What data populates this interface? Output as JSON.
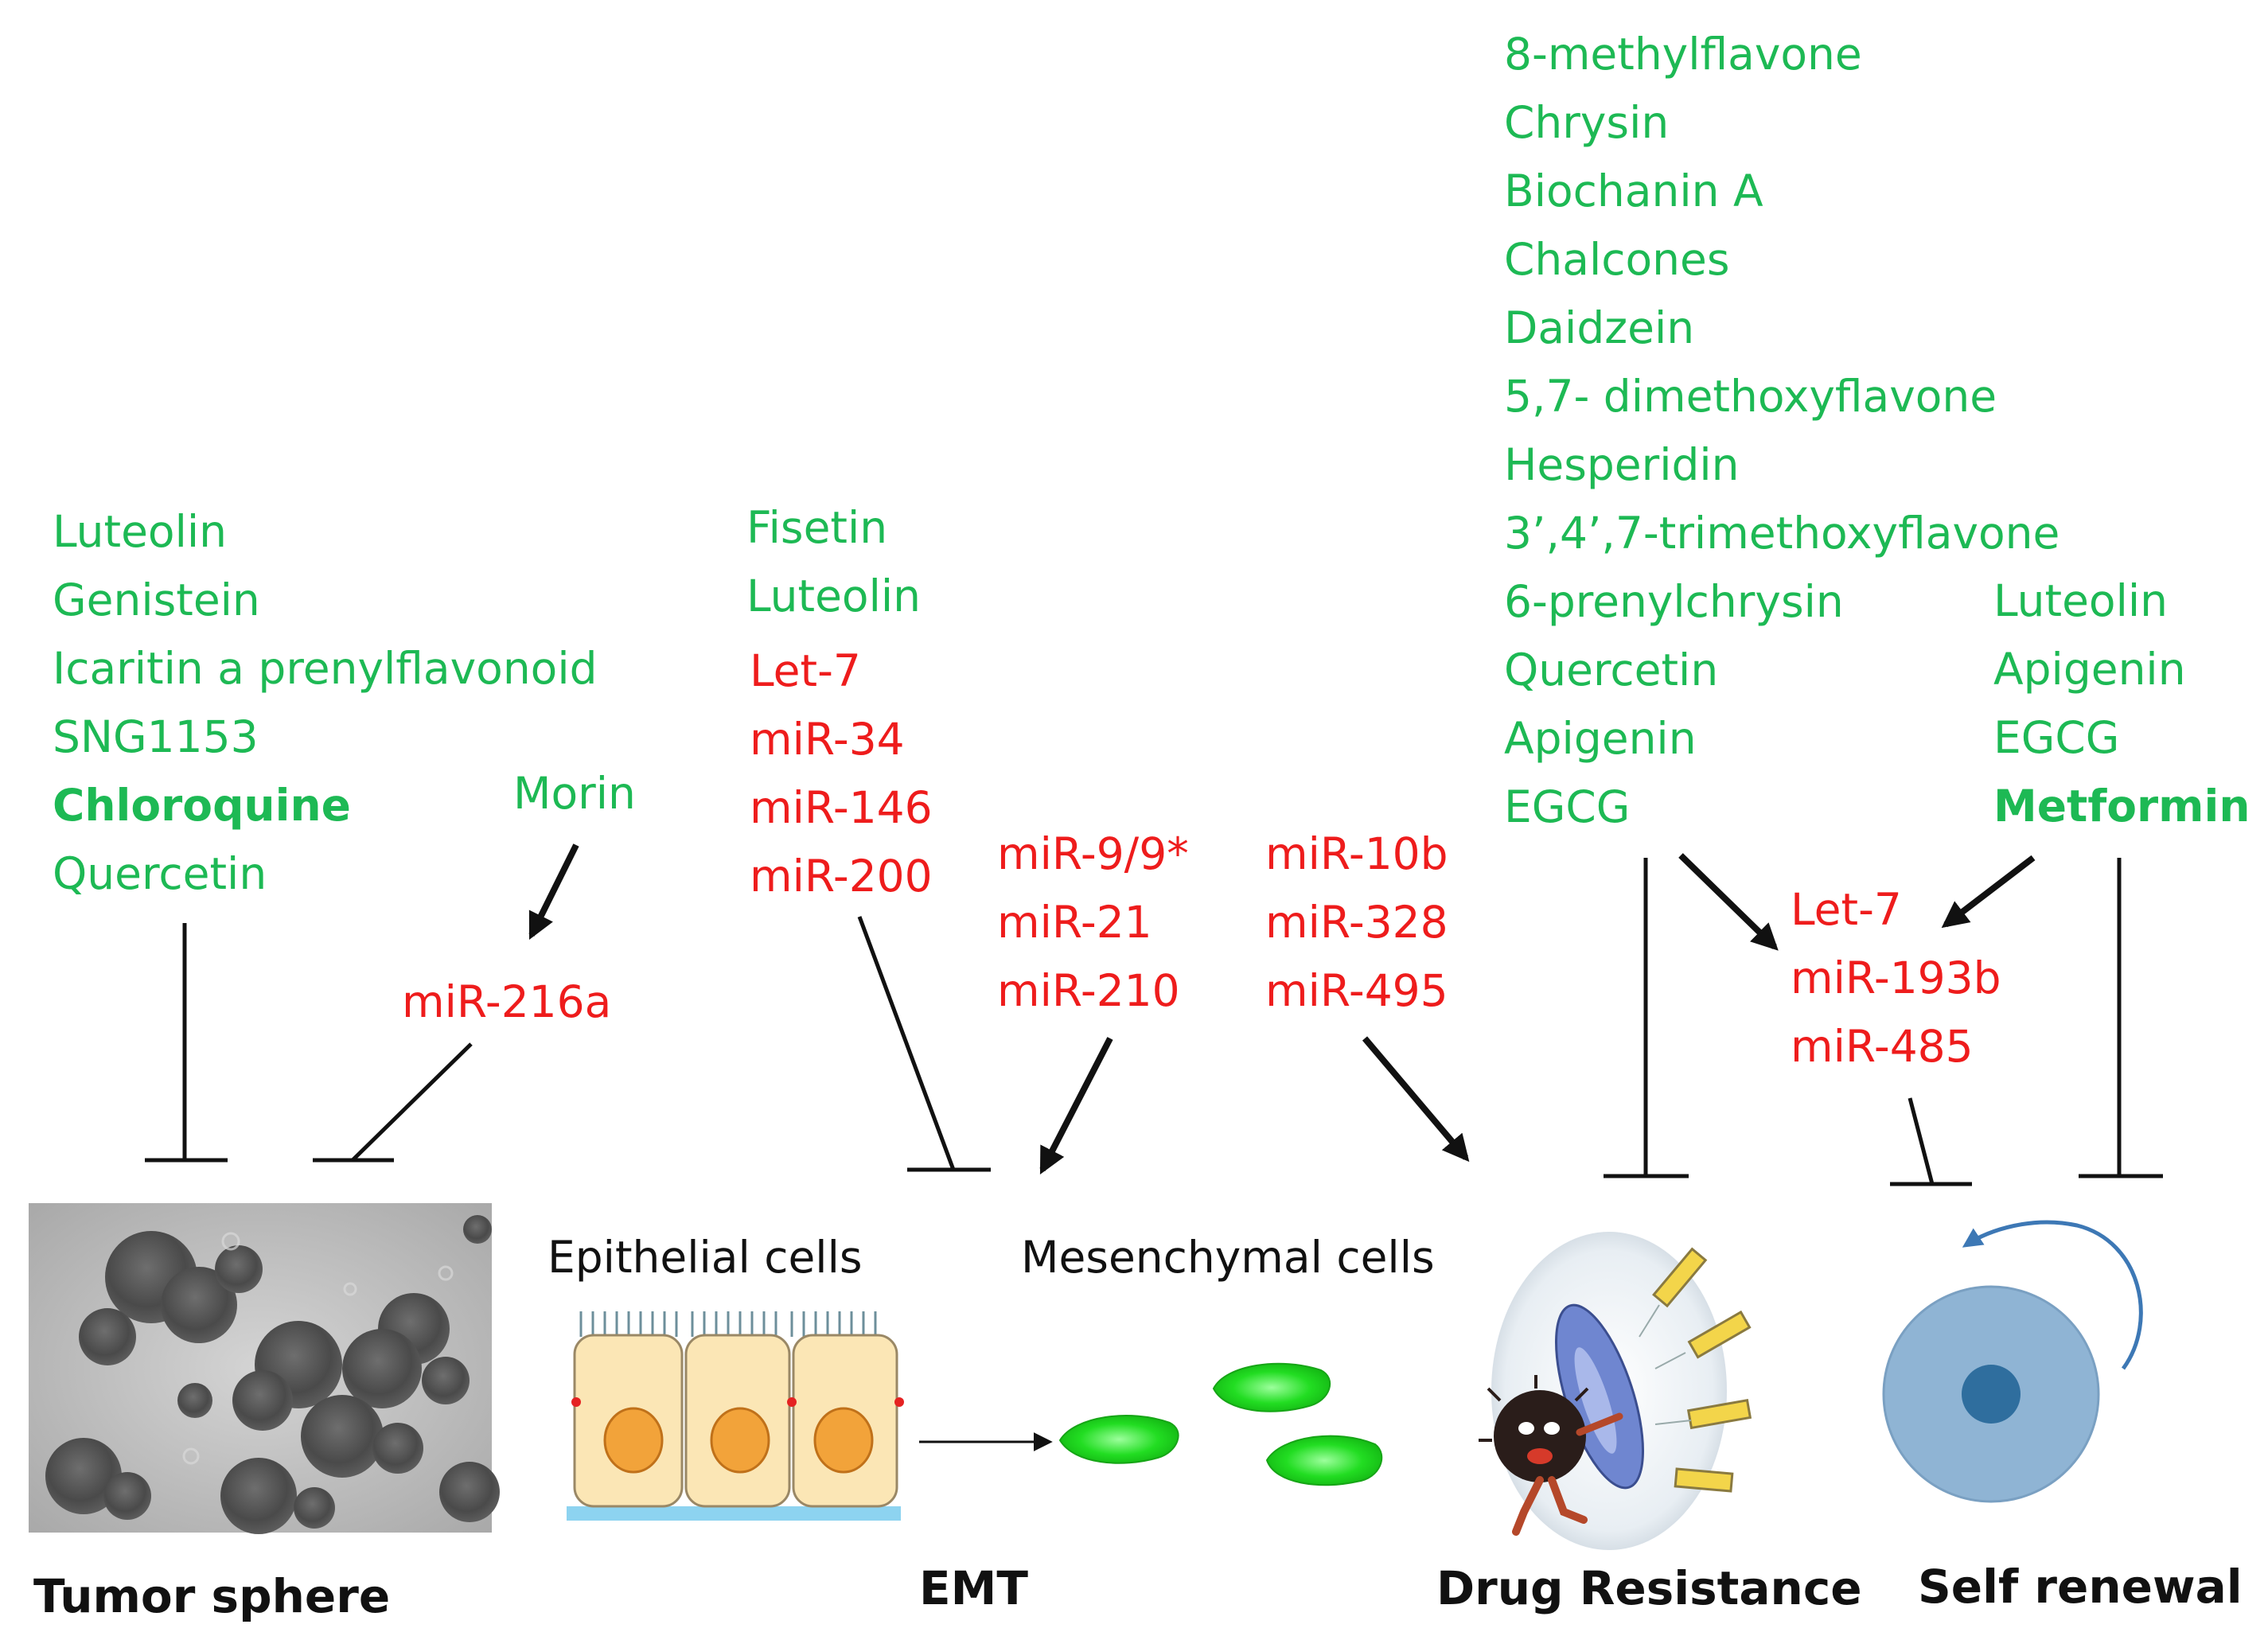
{
  "lists": {
    "tumor_compounds": [
      "Luteolin",
      "Genistein",
      "Icaritin a prenylflavonoid",
      "SNG1153",
      "Chloroquine",
      "Quercetin"
    ],
    "morin": "Morin",
    "mir_216a": "miR-216a",
    "emt_compounds": [
      "Fisetin",
      "Luteolin"
    ],
    "emt_inhibit_mirs": [
      "Let-7",
      "miR-34",
      "miR-146",
      "miR-200"
    ],
    "emt_promote_mirs": [
      "miR-9/9*",
      "miR-21",
      "miR-210"
    ],
    "drug_promote_mirs": [
      "miR-10b",
      "miR-328",
      "miR-495"
    ],
    "drug_compounds": [
      "8-methylflavone",
      "Chrysin",
      "Biochanin A",
      "Chalcones",
      "Daidzein",
      "5,7- dimethoxyflavone",
      "Hesperidin",
      "3’,4’,7-trimethoxyflavone",
      "6-prenylchrysin",
      "Quercetin",
      "Apigenin",
      "EGCG"
    ],
    "self_compounds": [
      "Luteolin",
      "Apigenin",
      "EGCG",
      "Metformin"
    ],
    "self_mirs": [
      "Let-7",
      "miR-193b",
      "miR-485"
    ]
  },
  "labels": {
    "epithelial": "Epithelial cells",
    "mesenchymal": "Mesenchymal cells"
  },
  "captions": {
    "tumor_sphere": "Tumor sphere",
    "emt": "EMT",
    "drug_resistance": "Drug Resistance",
    "self_renewal": "Self renewal"
  },
  "colors": {
    "compound_green": "#1db954",
    "mirna_red": "#ee1c1c",
    "cell_fill": "#fbe6b5",
    "nucleus": "#f2a33a",
    "mesenchymal": "#22dd22",
    "stem_cell": "#8fb4d4",
    "stem_nucleus": "#2f6e9e"
  }
}
